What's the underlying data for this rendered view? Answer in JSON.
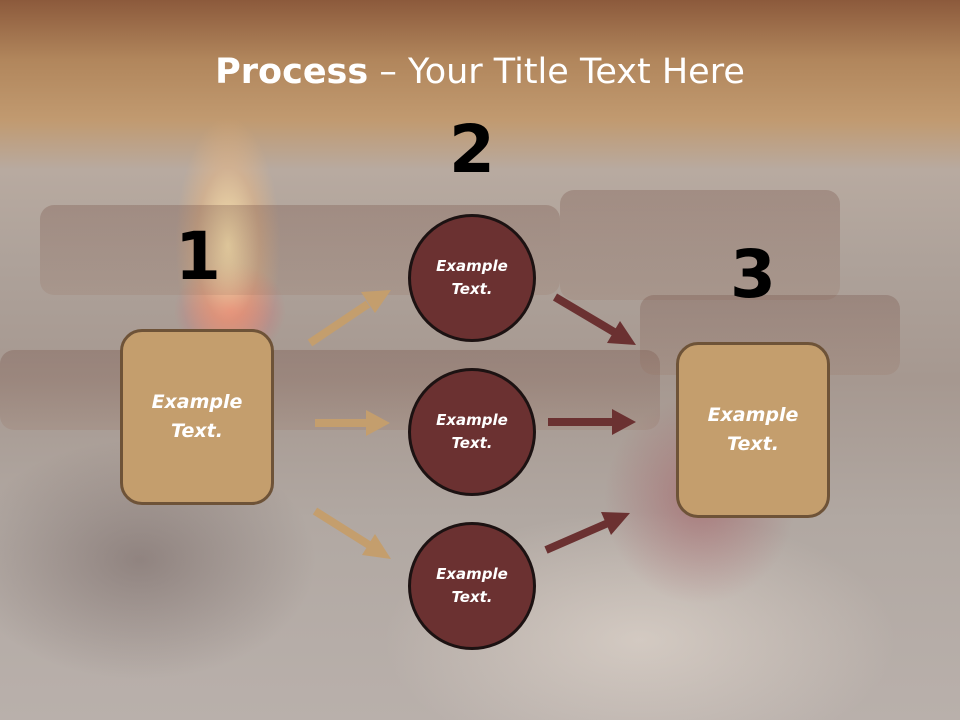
{
  "title": {
    "bold": "Process",
    "rest": " – Your Title Text Here"
  },
  "steps": [
    {
      "number": "1",
      "label": "Example Text."
    },
    {
      "number": "2",
      "labels": [
        "Example Text.",
        "Example Text.",
        "Example Text."
      ]
    },
    {
      "number": "3",
      "label": "Example Text."
    }
  ],
  "colors": {
    "box_fill": "#c49e6d",
    "box_border": "#6e5338",
    "circle_fill": "#6b3131",
    "circle_border": "#1c1212",
    "arrow_left": "#c49e6d",
    "arrow_right": "#6b3131"
  }
}
